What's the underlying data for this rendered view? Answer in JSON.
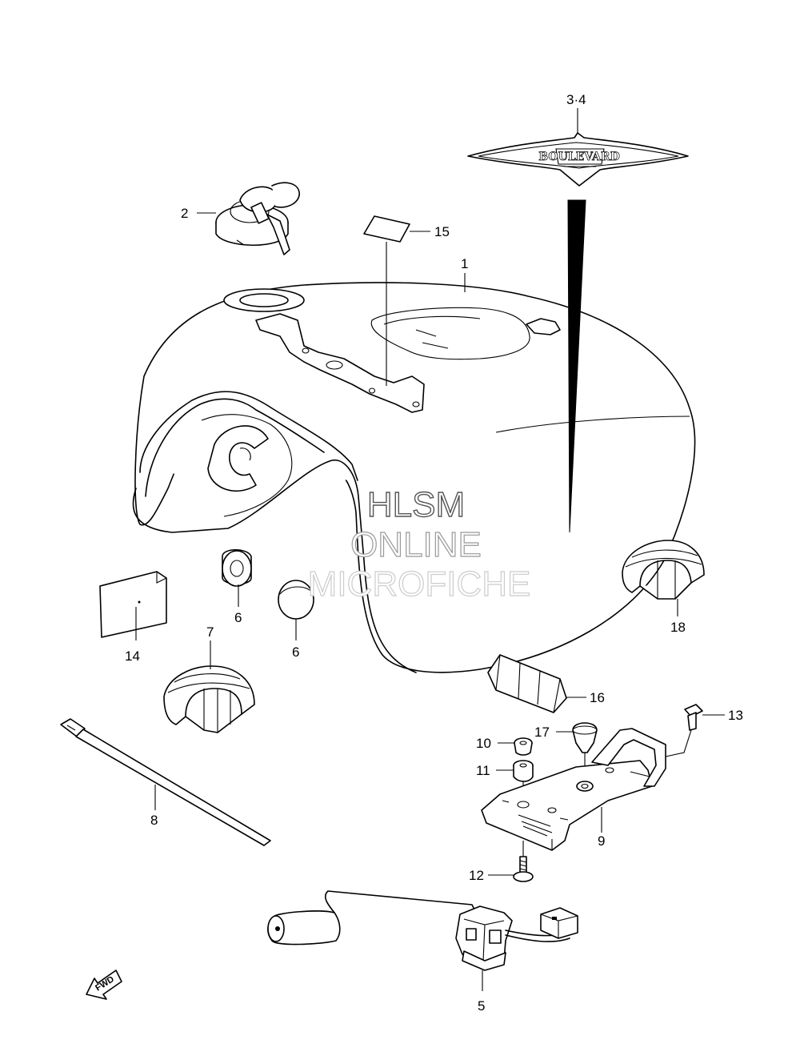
{
  "diagram": {
    "callouts": [
      {
        "id": "1",
        "text": "1"
      },
      {
        "id": "2",
        "text": "2"
      },
      {
        "id": "3-4",
        "text": "3·4"
      },
      {
        "id": "5",
        "text": "5"
      },
      {
        "id": "6a",
        "text": "6"
      },
      {
        "id": "6b",
        "text": "6"
      },
      {
        "id": "7",
        "text": "7"
      },
      {
        "id": "8",
        "text": "8"
      },
      {
        "id": "9",
        "text": "9"
      },
      {
        "id": "10",
        "text": "10"
      },
      {
        "id": "11",
        "text": "11"
      },
      {
        "id": "12",
        "text": "12"
      },
      {
        "id": "13",
        "text": "13"
      },
      {
        "id": "14",
        "text": "14"
      },
      {
        "id": "15",
        "text": "15"
      },
      {
        "id": "16",
        "text": "16"
      },
      {
        "id": "17",
        "text": "17"
      },
      {
        "id": "18",
        "text": "18"
      }
    ],
    "emblem_text": "BOULEVARD",
    "direction_marker": "FWD",
    "watermark": [
      "HLSM",
      "ONLINE",
      "MICROFICHE"
    ]
  }
}
